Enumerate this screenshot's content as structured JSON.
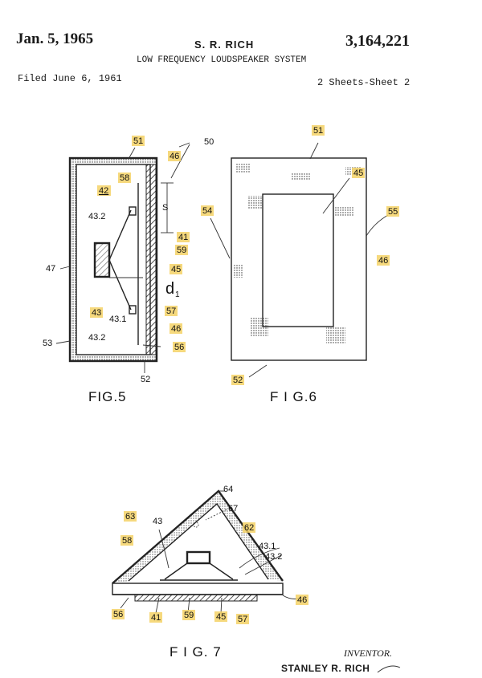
{
  "header": {
    "date": "Jan. 5, 1965",
    "inventor": "S. R. RICH",
    "patent_number": "3,164,221",
    "title": "LOW FREQUENCY LOUDSPEAKER SYSTEM",
    "filed": "Filed June 6, 1961",
    "sheets": "2 Sheets-Sheet 2"
  },
  "figures": {
    "fig5": {
      "caption": "FIG.5",
      "labels": [
        "51",
        "46",
        "50",
        "58",
        "42",
        "S",
        "43.2",
        "41",
        "59",
        "47",
        "45",
        "d",
        "1",
        "43",
        "43.1",
        "57",
        "43.2",
        "46",
        "53",
        "56",
        "52"
      ]
    },
    "fig6": {
      "caption": "F I G.6",
      "labels": [
        "51",
        "45",
        "54",
        "55",
        "46",
        "52"
      ]
    },
    "fig7": {
      "caption": "F I G. 7",
      "labels": [
        "64",
        "67",
        "63",
        "43",
        "62",
        "58",
        "43.1",
        "43.2",
        "46",
        "56",
        "41",
        "59",
        "45",
        "57"
      ]
    }
  },
  "footer": {
    "inventor_label": "INVENTOR.",
    "inventor_name": "STANLEY R. RICH"
  }
}
